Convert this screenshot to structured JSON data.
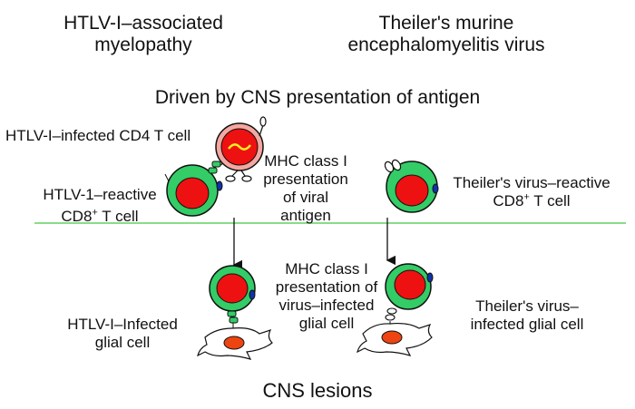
{
  "headings": {
    "left_line1": "HTLV-I–associated",
    "left_line2": "myelopathy",
    "right_line1": "Theiler's murine",
    "right_line2": "encephalomyelitis virus",
    "center": "Driven by CNS presentation of antigen",
    "bottom": "CNS lesions"
  },
  "labels": {
    "htlv_cd4": "HTLV-I–infected CD4 T cell",
    "htlv_reactive_line1": "HTLV-1–reactive",
    "htlv_reactive_line2a": "CD8",
    "htlv_reactive_sup": "+",
    "htlv_reactive_line2b": " T cell",
    "mhc_top_1": "MHC class I",
    "mhc_top_2": "presentation",
    "mhc_top_3": "of viral",
    "mhc_top_4": "antigen",
    "theiler_reactive_line1": "Theiler's virus–reactive",
    "theiler_reactive_line2a": "CD8",
    "theiler_reactive_sup": "+",
    "theiler_reactive_line2b": " T cell",
    "mhc_bottom_1": "MHC class I",
    "mhc_bottom_2": "presentation of",
    "mhc_bottom_3": "virus–infected",
    "mhc_bottom_4": "glial cell",
    "htlv_glial_1": "HTLV-I–Infected",
    "htlv_glial_2": "glial cell",
    "theiler_glial_1": "Theiler's virus–",
    "theiler_glial_2": "infected glial cell"
  },
  "colors": {
    "t_cell_body": "#33cc66",
    "nucleus": "#ee1111",
    "infected_cd4": "#f4a7a0",
    "viral_rna": "#ffee22",
    "tcr_receptor": "#1133aa",
    "divider_line": "#88dd88",
    "glial_nucleus": "#ee4411"
  }
}
